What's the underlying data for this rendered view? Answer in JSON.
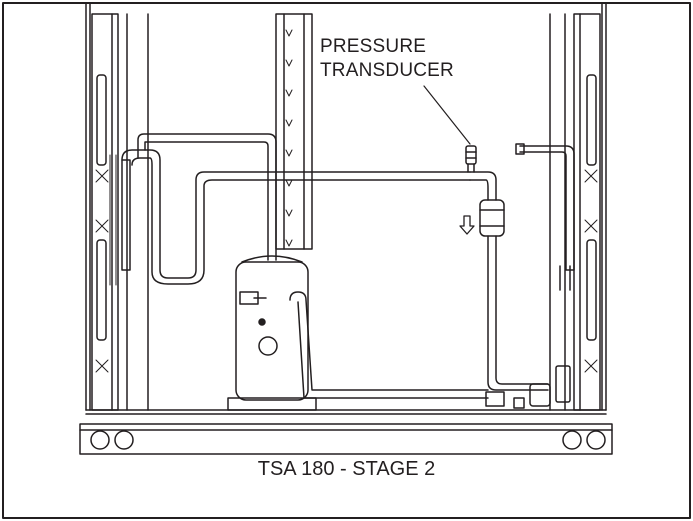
{
  "callout": {
    "line1": "PRESSURE",
    "line2": "TRANSDUCER"
  },
  "caption": "TSA 180 - STAGE 2",
  "colors": {
    "ink": "#231f20",
    "background": "#ffffff"
  }
}
